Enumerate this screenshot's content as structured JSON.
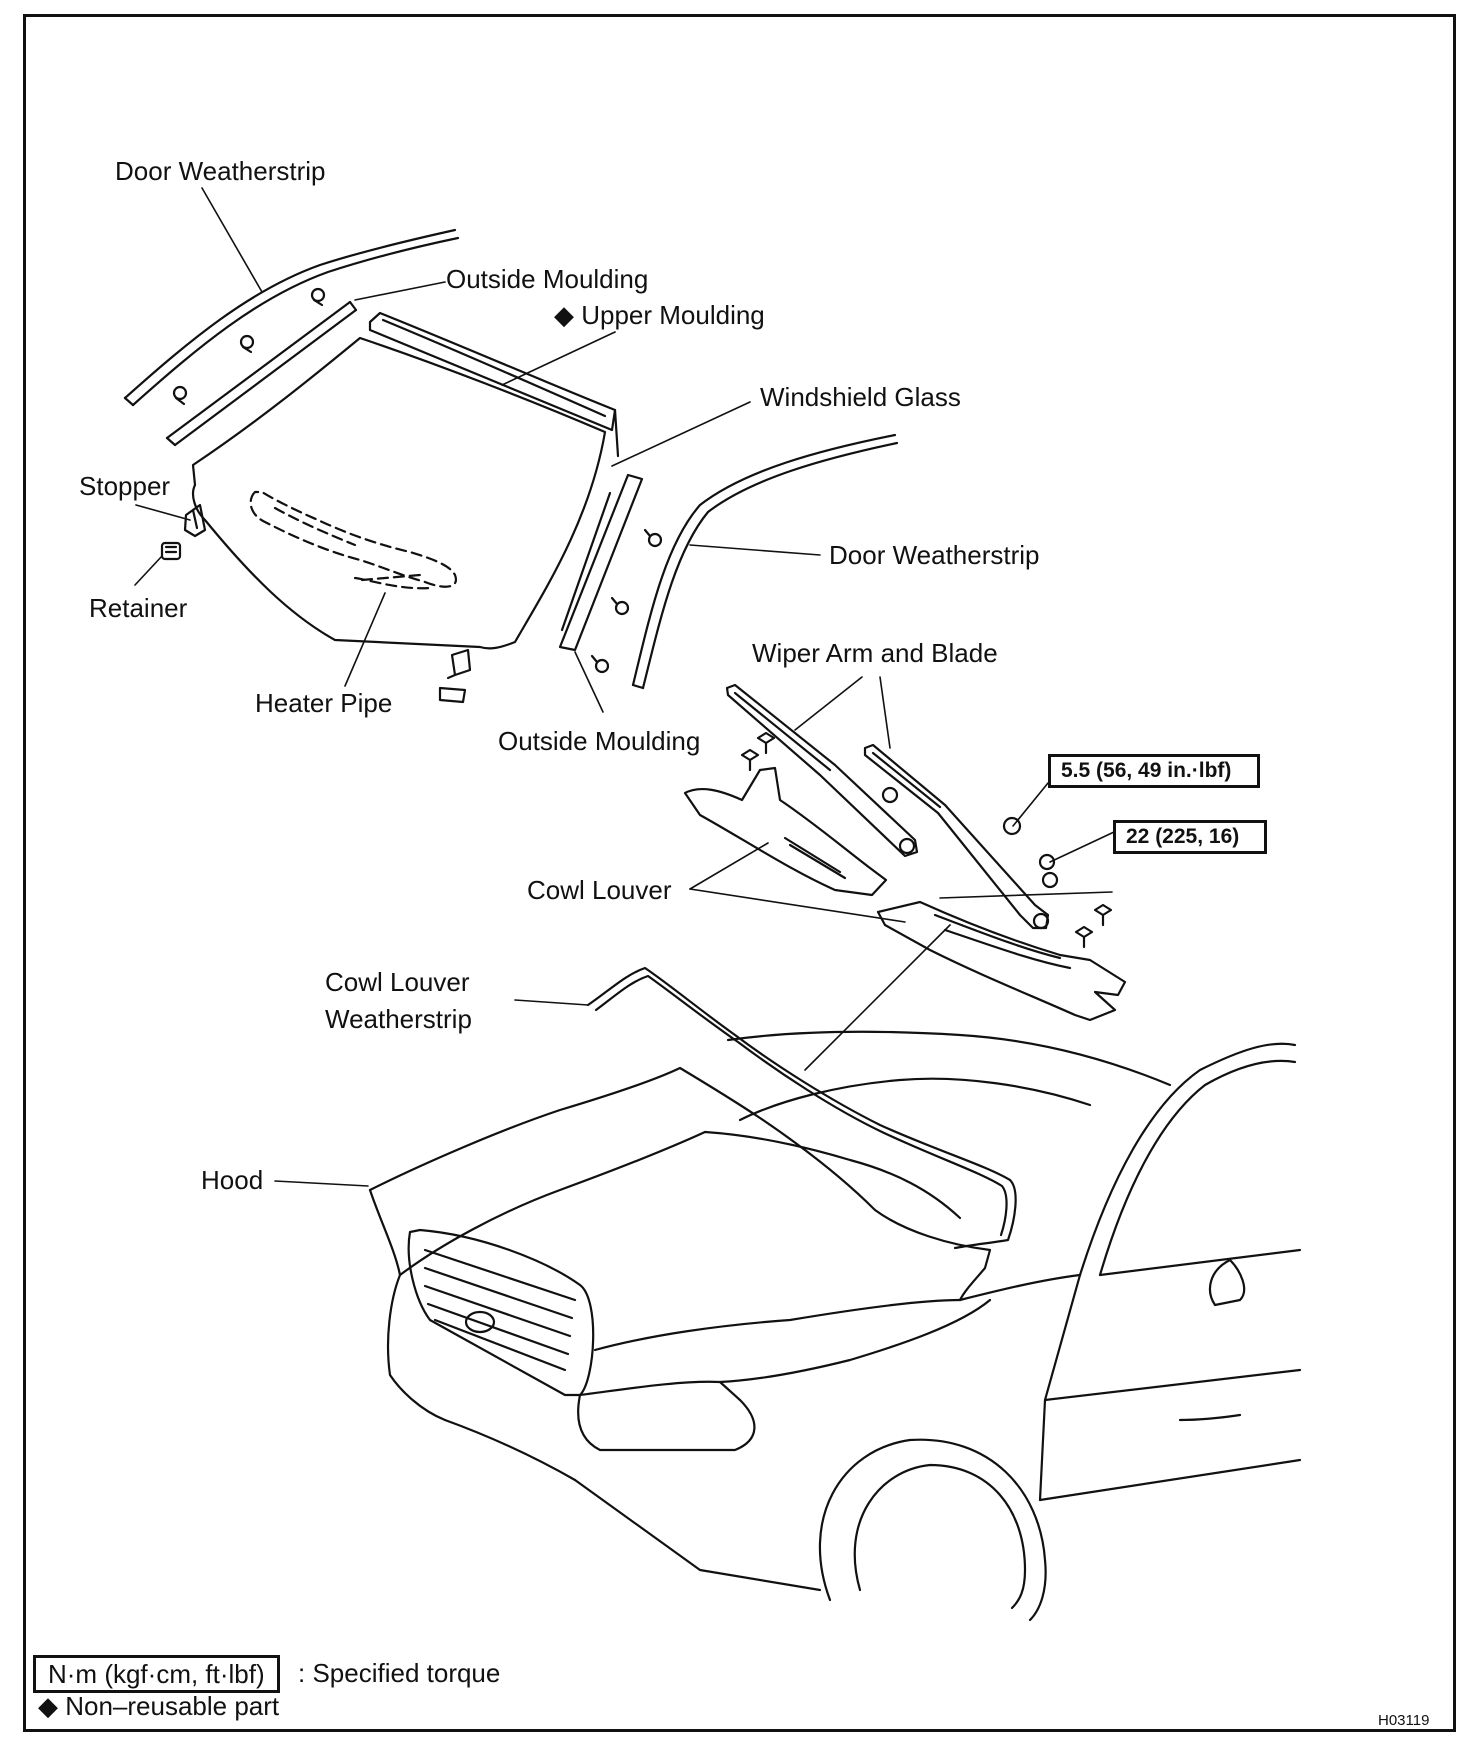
{
  "labels": {
    "door_weatherstrip_left": "Door Weatherstrip",
    "outside_moulding_top": "Outside Moulding",
    "upper_moulding": "◆ Upper Moulding",
    "windshield_glass": "Windshield Glass",
    "stopper": "Stopper",
    "retainer": "Retainer",
    "door_weatherstrip_right": "Door Weatherstrip",
    "heater_pipe": "Heater Pipe",
    "outside_moulding_bottom": "Outside Moulding",
    "wiper_arm_and_blade": "Wiper Arm and Blade",
    "cowl_louver": "Cowl Louver",
    "cowl_louver_weatherstrip_1": "Cowl Louver",
    "cowl_louver_weatherstrip_2": "Weatherstrip",
    "hood": "Hood"
  },
  "torques": {
    "wiper_nut": "5.5 (56, 49 in.·lbf)",
    "wiper_pivot": "22 (225, 16)"
  },
  "legend": {
    "torque_box": "N·m (kgf·cm, ft·lbf)",
    "torque_desc": ": Specified torque",
    "non_reusable": "◆ Non–reusable part"
  },
  "figure_code": "H03119"
}
